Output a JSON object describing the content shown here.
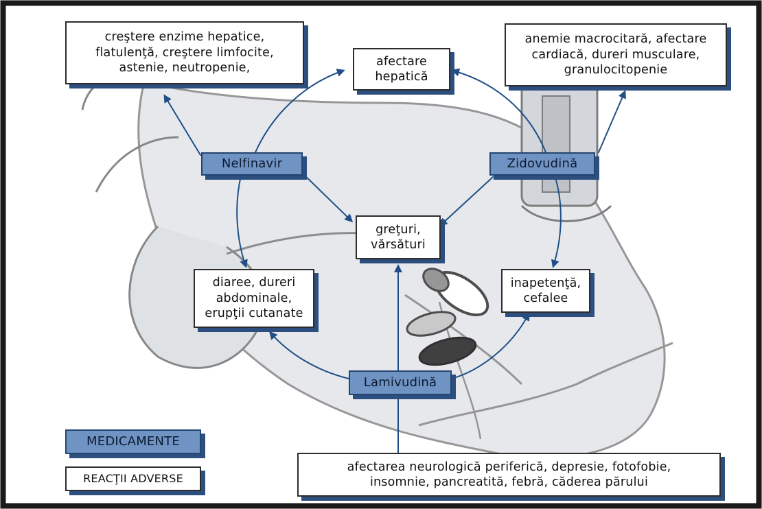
{
  "drugs": {
    "nelfinavir": "Nelfinavir",
    "zidovudina": "Zidovudină",
    "lamivudina": "Lamivudină"
  },
  "reactions": {
    "top_left": "creştere enzime hepatice,\nflatulenţă, creştere limfocite,\nastenie, neutropenie,",
    "top_center": "afectare\nhepatică",
    "top_right": "anemie macrocitară, afectare\ncardiacă, dureri musculare,\ngranulocitopenie",
    "center": "greţuri,\nvărsături",
    "mid_left": "diaree, dureri\nabdominale,\nerupţii cutanate",
    "mid_right": "inapetenţă,\ncefalee",
    "bottom": "afectarea neurologică periferică, depresie, fotofobie,\ninsomnie, pancreatită, febră, căderea părului"
  },
  "legend": {
    "drugs_label": "MEDICAMENTE",
    "reactions_label": "REACŢII ADVERSE"
  },
  "colors": {
    "drug_fill": "#6f93c3",
    "shadow": "#2d4f7f",
    "arrow": "#1f4f86",
    "frame": "#1a1a1a"
  }
}
